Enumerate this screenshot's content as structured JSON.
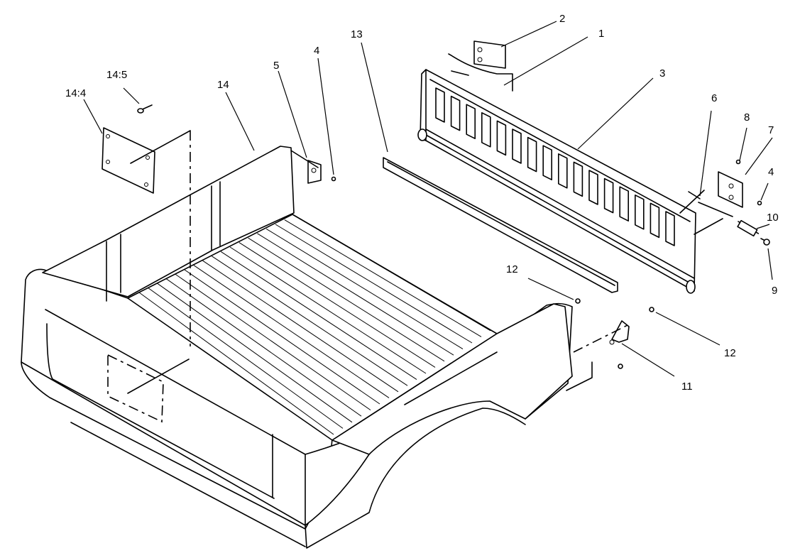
{
  "callouts": [
    {
      "id": "c2",
      "text": "2"
    },
    {
      "id": "c1",
      "text": "1"
    },
    {
      "id": "c13",
      "text": "13"
    },
    {
      "id": "c3",
      "text": "3"
    },
    {
      "id": "c4a",
      "text": "4"
    },
    {
      "id": "c5",
      "text": "5"
    },
    {
      "id": "c14-5",
      "text": "14:5"
    },
    {
      "id": "c14-4",
      "text": "14:4"
    },
    {
      "id": "c14",
      "text": "14"
    },
    {
      "id": "c6",
      "text": "6"
    },
    {
      "id": "c8",
      "text": "8"
    },
    {
      "id": "c7",
      "text": "7"
    },
    {
      "id": "c4b",
      "text": "4"
    },
    {
      "id": "c10",
      "text": "10"
    },
    {
      "id": "c9",
      "text": "9"
    },
    {
      "id": "c12a",
      "text": "12"
    },
    {
      "id": "c12b",
      "text": "12"
    },
    {
      "id": "c11",
      "text": "11"
    }
  ]
}
